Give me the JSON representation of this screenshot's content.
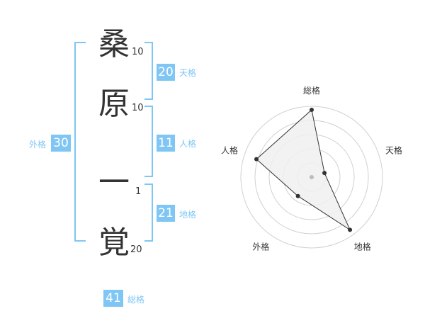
{
  "name": {
    "chars": [
      {
        "char": "桑",
        "strokes": "10"
      },
      {
        "char": "原",
        "strokes": "10"
      },
      {
        "char": "一",
        "strokes": "1"
      },
      {
        "char": "覚",
        "strokes": "20"
      }
    ]
  },
  "kaku": {
    "tenkaku": {
      "value": "20",
      "label": "天格"
    },
    "jinkaku": {
      "value": "11",
      "label": "人格"
    },
    "chikaku": {
      "value": "21",
      "label": "地格"
    },
    "gaikaku": {
      "value": "30",
      "label": "外格"
    },
    "soukaku": {
      "value": "41",
      "label": "総格"
    }
  },
  "chart_data": {
    "type": "radar",
    "axes": [
      "総格",
      "天格",
      "地格",
      "外格",
      "人格"
    ],
    "values": [
      0.95,
      0.19,
      0.92,
      0.33,
      0.82
    ],
    "range": [
      0,
      1
    ],
    "rings": 5,
    "colors": {
      "fill": "#f0f0f0",
      "line": "#333333",
      "grid": "#d0d0d0",
      "center": "#bbbbbb"
    }
  },
  "colors": {
    "accent": "#7fc6f5",
    "text": "#333333"
  }
}
